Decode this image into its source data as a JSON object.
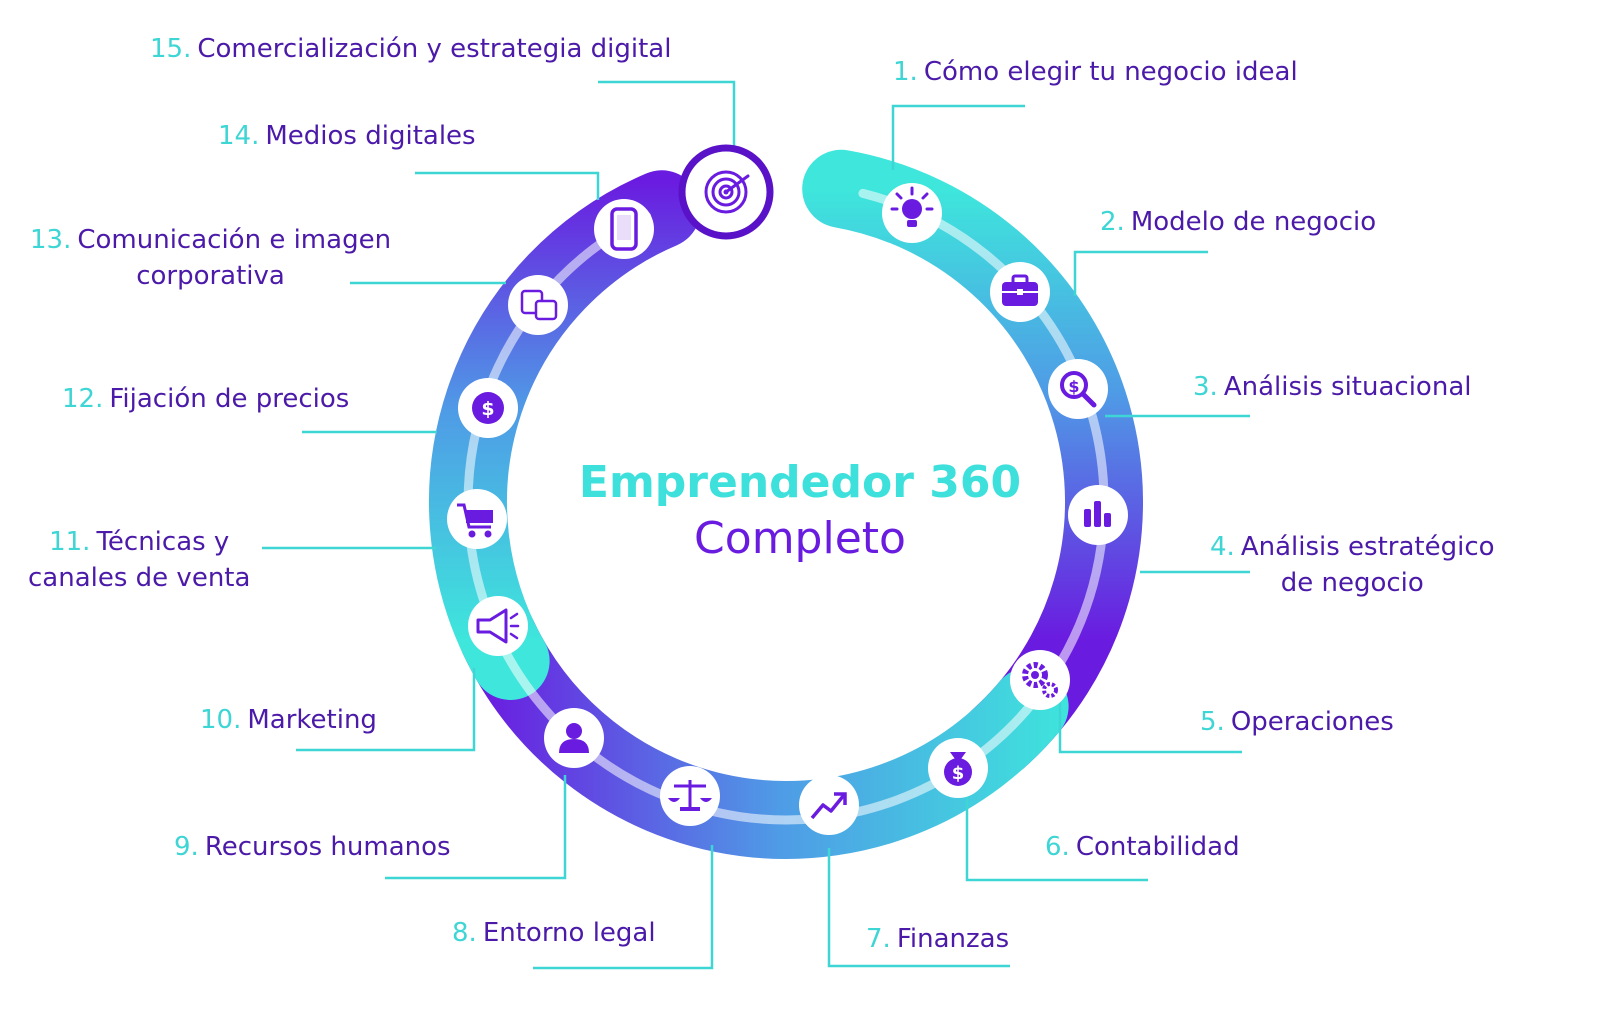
{
  "title": {
    "main": "Emprendedor 360",
    "sub": "Completo"
  },
  "colors": {
    "teal": "#3ee0dc",
    "purple": "#6a1be0",
    "text": "#4b1aa8",
    "number": "#3ed5d5",
    "connector": "#3ed5d5"
  },
  "modules": [
    {
      "num": "1.",
      "label": "Cómo elegir tu negocio ideal",
      "icon": "lightbulb-icon"
    },
    {
      "num": "2.",
      "label": "Modelo de negocio",
      "icon": "briefcase-icon"
    },
    {
      "num": "3.",
      "label": "Análisis situacional",
      "icon": "dollar-magnifier-icon"
    },
    {
      "num": "4.",
      "label": "Análisis estratégico",
      "label2": "de negocio",
      "icon": "bar-chart-icon"
    },
    {
      "num": "5.",
      "label": "Operaciones",
      "icon": "gears-icon"
    },
    {
      "num": "6.",
      "label": "Contabilidad",
      "icon": "money-bag-icon"
    },
    {
      "num": "7.",
      "label": "Finanzas",
      "icon": "trend-up-icon"
    },
    {
      "num": "8.",
      "label": "Entorno legal",
      "icon": "scales-icon"
    },
    {
      "num": "9.",
      "label": "Recursos humanos",
      "icon": "user-icon"
    },
    {
      "num": "10.",
      "label": "Marketing",
      "icon": "megaphone-icon"
    },
    {
      "num": "11.",
      "label": "Técnicas y",
      "label2": "canales de venta",
      "icon": "cart-icon"
    },
    {
      "num": "12.",
      "label": "Fijación de precios",
      "icon": "dollar-coin-icon"
    },
    {
      "num": "13.",
      "label": "Comunicación e imagen",
      "label2": "corporativa",
      "icon": "translate-icon"
    },
    {
      "num": "14.",
      "label": "Medios digitales",
      "icon": "smartphone-icon"
    },
    {
      "num": "15.",
      "label": "Comercialización y estrategia digital",
      "icon": "target-icon"
    }
  ]
}
